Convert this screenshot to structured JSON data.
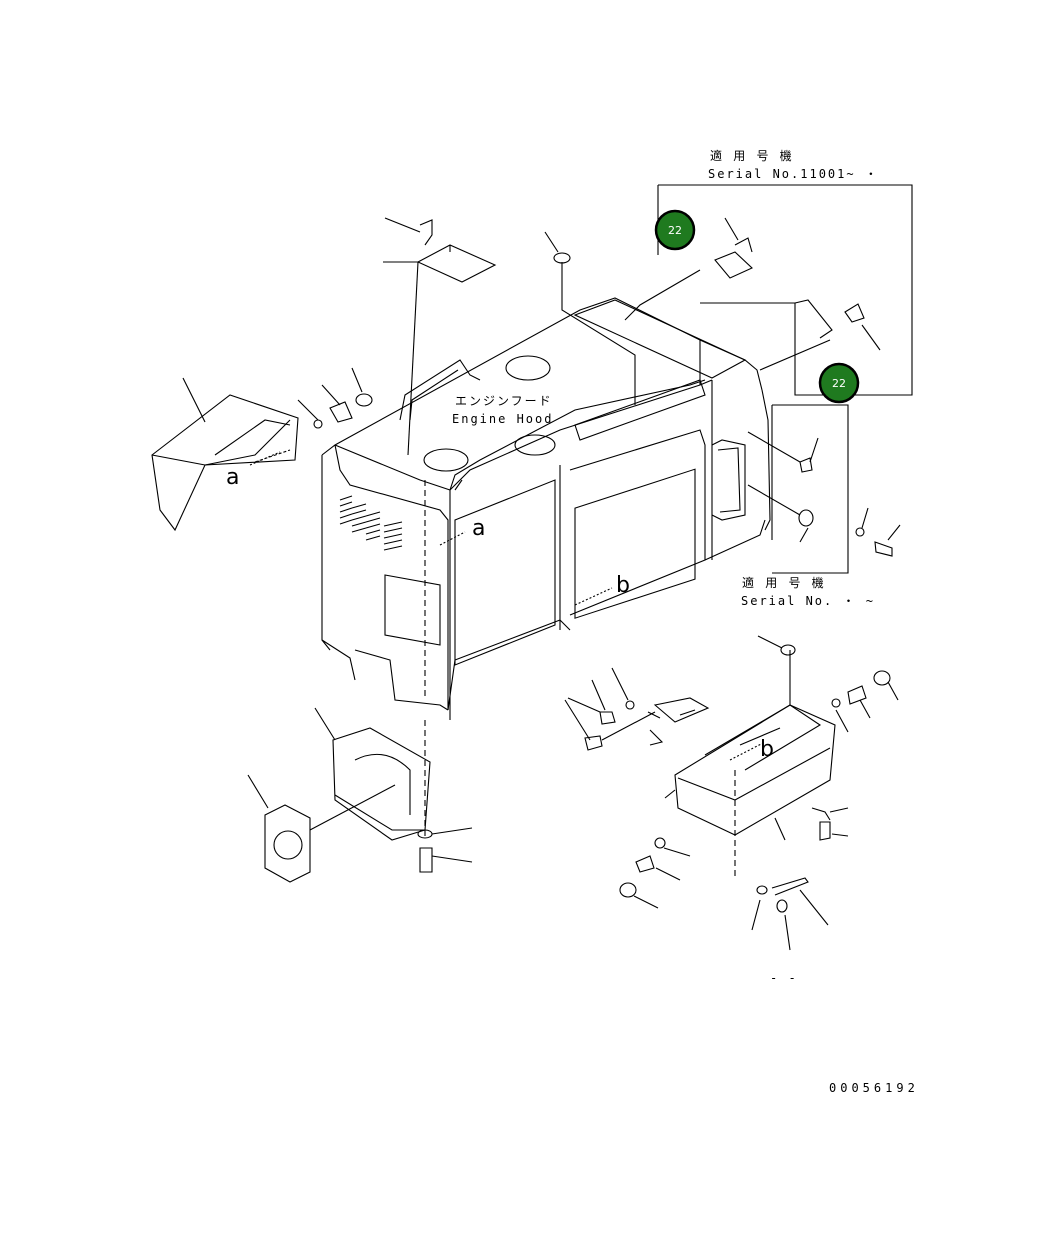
{
  "header": {
    "serial_top_jp": "適 用 号 機",
    "serial_top_en": "Serial No.11001~ ・",
    "serial_bottom_jp": "適 用 号 機",
    "serial_bottom_en": "Serial No. ・ ~"
  },
  "part": {
    "name_jp": "エンジンフード",
    "name_en": "Engine Hood"
  },
  "callouts": {
    "a": "a",
    "b": "b"
  },
  "badges": [
    {
      "label": "22",
      "color": "#1f7a1f"
    },
    {
      "label": "22",
      "color": "#1f7a1f"
    }
  ],
  "footer": {
    "drawing_no": "00056192",
    "small_mark": "- -"
  }
}
